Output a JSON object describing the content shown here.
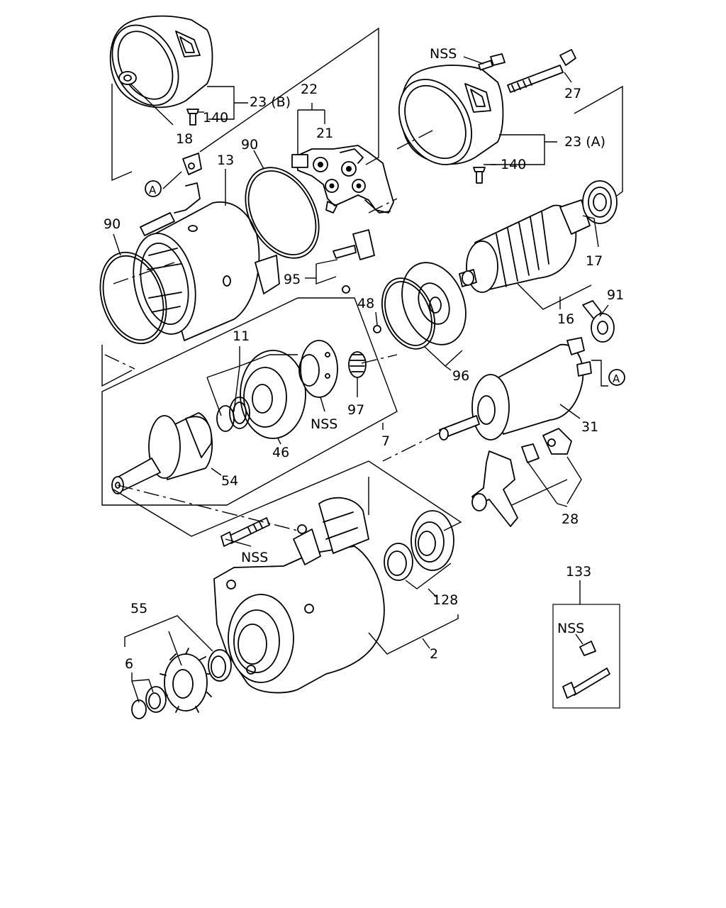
{
  "labels": {
    "l140a": "140",
    "l23b": "23 (B)",
    "l18": "18",
    "l22": "22",
    "l21": "21",
    "lnss_top": "NSS",
    "l27": "27",
    "l23a": "23 (A)",
    "l140b": "140",
    "l90a": "90",
    "l13": "13",
    "l90b": "90",
    "l95": "95",
    "l17": "17",
    "l16": "16",
    "l91": "91",
    "l48": "48",
    "l11": "11",
    "l96": "96",
    "l97": "97",
    "lnss_mid": "NSS",
    "l46": "46",
    "l7": "7",
    "l54": "54",
    "l31": "31",
    "l28": "28",
    "lnss_bolt": "NSS",
    "l133": "133",
    "lnss_box": "NSS",
    "l55": "55",
    "l128": "128",
    "l6": "6",
    "l2": "2"
  },
  "markers": {
    "a1": "A",
    "a2": "A"
  }
}
